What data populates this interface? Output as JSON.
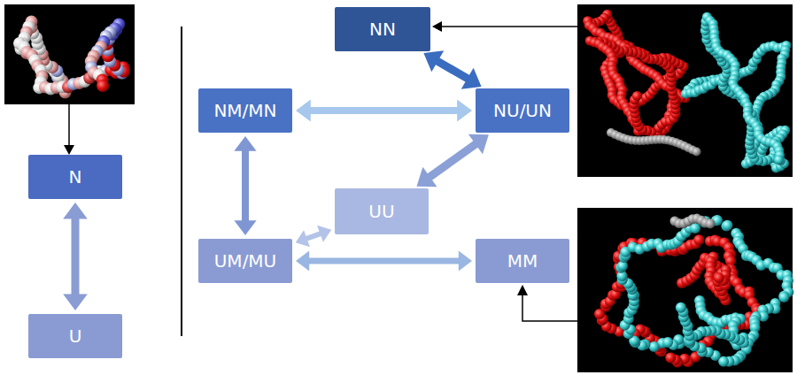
{
  "diagram": {
    "nodes": [
      {
        "text": [
          "N"
        ]
      },
      {
        "text": [
          "U"
        ]
      },
      {
        "text": [
          "NN"
        ]
      },
      {
        "text": [
          "NM/MN"
        ]
      },
      {
        "text": [
          "NU/UN"
        ]
      },
      {
        "text": [
          "UU"
        ]
      },
      {
        "text": [
          "UM/MU"
        ]
      },
      {
        "text": [
          "MM"
        ]
      }
    ],
    "edges": [
      {
        "from": 0,
        "to": 1,
        "arrow": "both"
      },
      {
        "from": 2,
        "to": 4,
        "arrow": "both"
      },
      {
        "from": 3,
        "to": 4,
        "arrow": "both"
      },
      {
        "from": 3,
        "to": 6,
        "arrow": "both"
      },
      {
        "from": 4,
        "to": 5,
        "arrow": "both"
      },
      {
        "from": 6,
        "to": 5,
        "arrow": "both"
      },
      {
        "from": 6,
        "to": 7,
        "arrow": "both"
      }
    ]
  }
}
